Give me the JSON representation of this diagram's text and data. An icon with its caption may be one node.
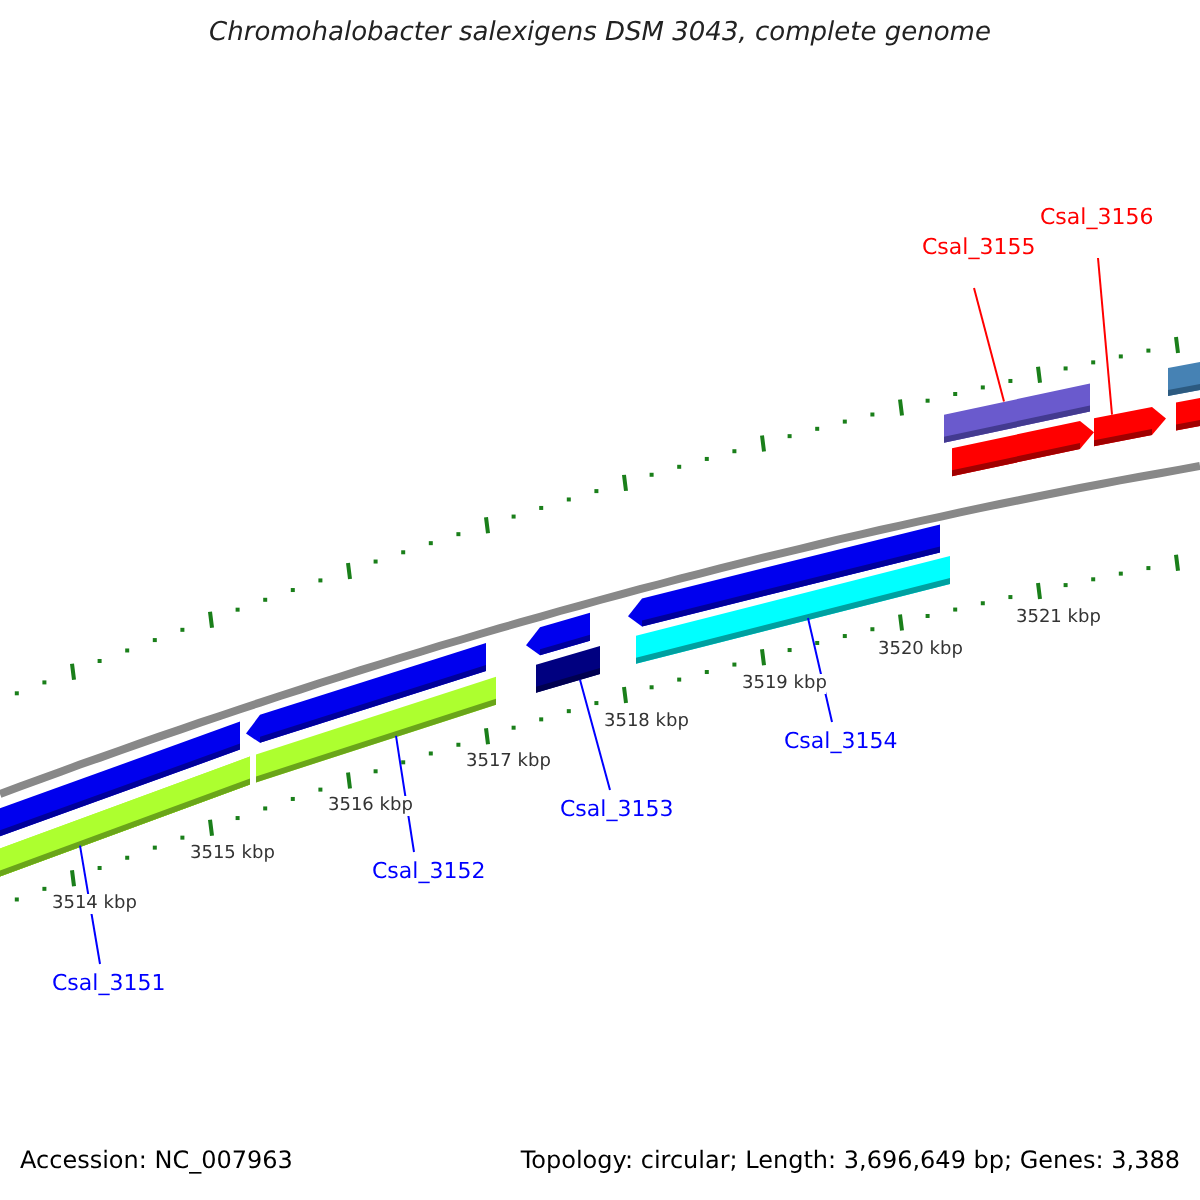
{
  "diagram": {
    "title": "Chromohalobacter salexigens DSM 3043, complete genome",
    "nodes": [
      {
        "text": [
          "Csal_3151"
        ]
      },
      {
        "text": [],
        "shape": "bar"
      },
      {
        "text": [
          "Csal_3152"
        ]
      },
      {
        "text": [],
        "shape": "bar"
      },
      {
        "text": [
          "Csal_3153"
        ]
      },
      {
        "text": [],
        "shape": "bar"
      },
      {
        "text": [
          "Csal_3154"
        ]
      },
      {
        "text": [],
        "shape": "bar"
      },
      {
        "text": [
          "Csal_3155"
        ]
      },
      {
        "text": [],
        "shape": "bar"
      },
      {
        "text": [
          "Csal_3156"
        ]
      },
      {
        "text": [],
        "shape": "bar"
      }
    ],
    "edges": [
      {
        "from": 0,
        "to": 1,
        "arrow": "none"
      },
      {
        "from": 2,
        "to": 3,
        "arrow": "none"
      },
      {
        "from": 4,
        "to": 5,
        "arrow": "none"
      },
      {
        "from": 6,
        "to": 7,
        "arrow": "none"
      },
      {
        "from": 8,
        "to": 9,
        "arrow": "none",
        "color": "#ff0000"
      },
      {
        "from": 10,
        "to": 11,
        "arrow": "none",
        "color": "#ff0000"
      }
    ],
    "labels": [
      "3514 kbp",
      "3515 kbp",
      "3516 kbp",
      "3517 kbp",
      "3518 kbp",
      "3519 kbp",
      "3520 kbp",
      "3521 kbp",
      "Accession: NC_007963",
      "Topology: circular; Length: 3,696,649 bp; Genes: 3,388"
    ]
  }
}
